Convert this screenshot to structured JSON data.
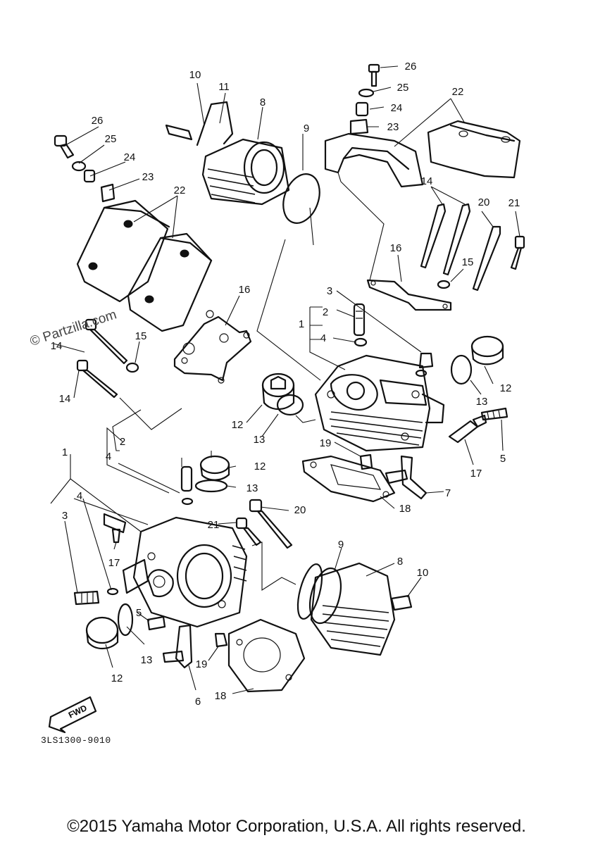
{
  "drawing_number": "3LS1300-9010",
  "copyright": "©2015 Yamaha Motor Corporation, U.S.A. All rights reserved.",
  "watermark": "© Partzilla.com",
  "direction_tag": "FWD",
  "callouts": [
    "1",
    "2",
    "3",
    "4",
    "5",
    "6",
    "7",
    "8",
    "9",
    "10",
    "11",
    "12",
    "13",
    "14",
    "15",
    "16",
    "17",
    "18",
    "19",
    "20",
    "21",
    "22",
    "23",
    "24",
    "25",
    "26"
  ]
}
